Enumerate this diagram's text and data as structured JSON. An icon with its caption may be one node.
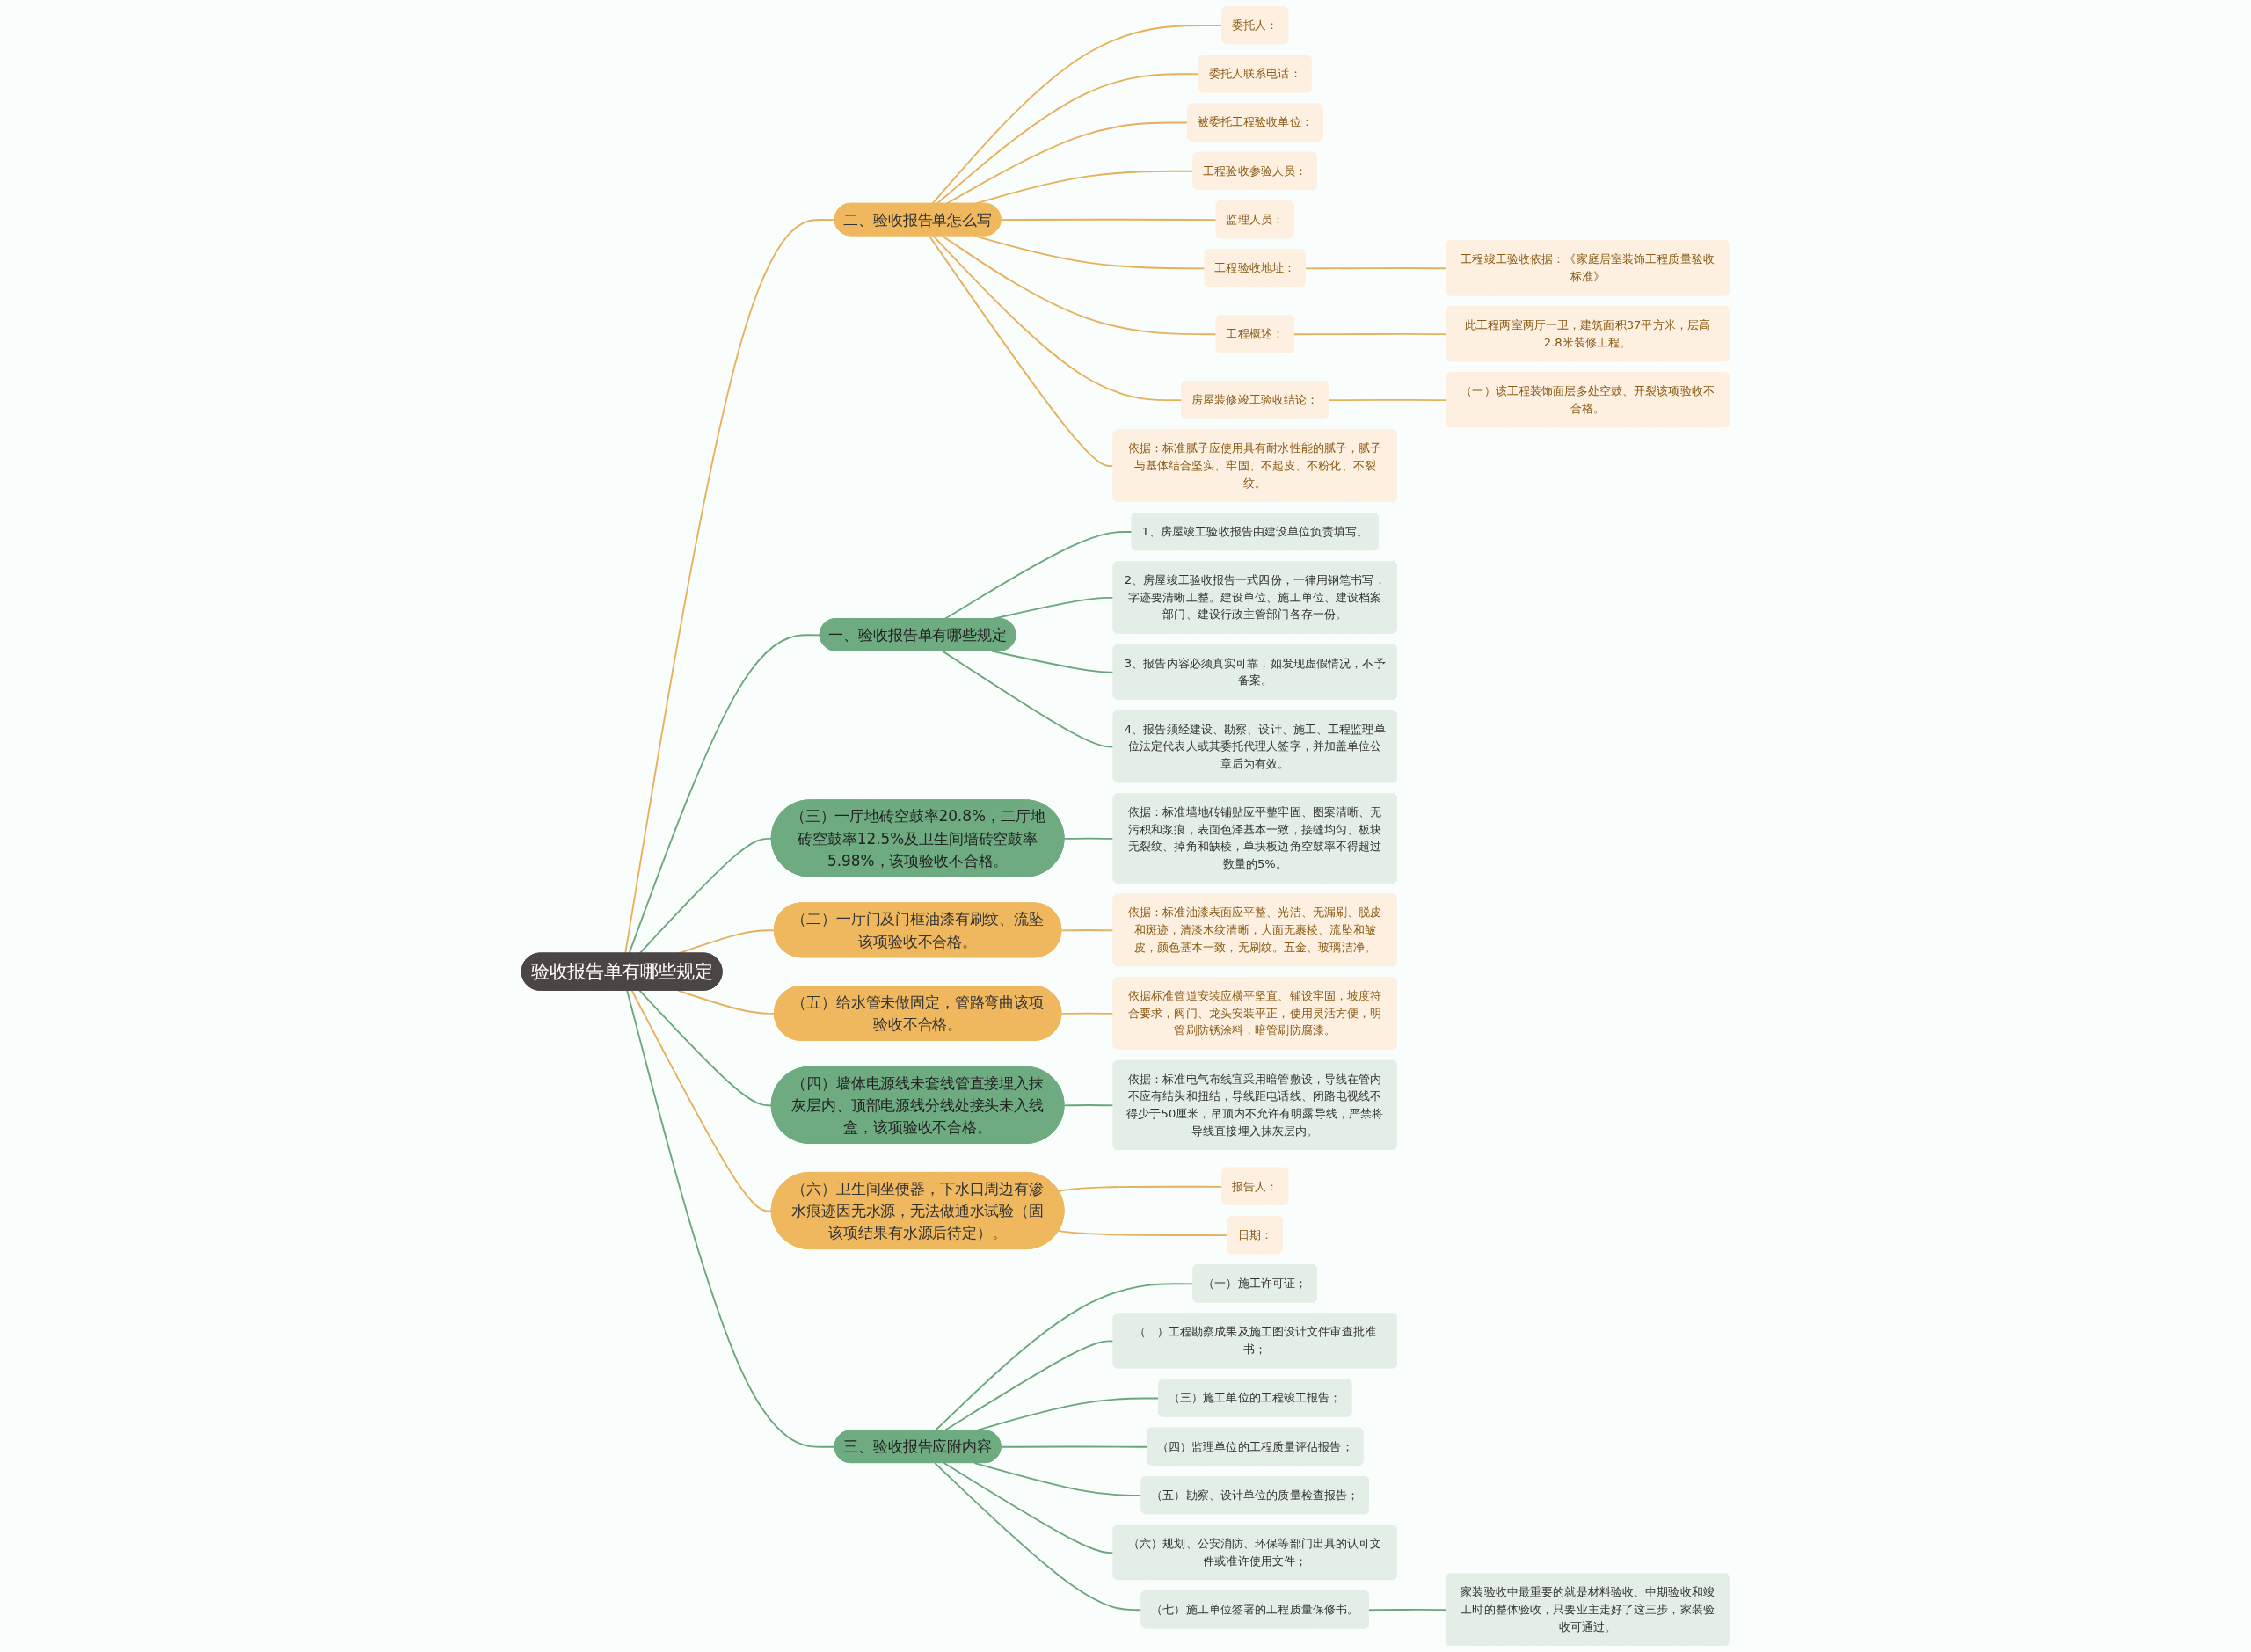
{
  "diagram": {
    "nodes": [
      {
        "text": [
          "验收报告单有哪些规定"
        ]
      },
      {
        "text": [
          "二、验收报告单怎么写"
        ]
      },
      {
        "text": [
          "委托人："
        ]
      },
      {
        "text": [
          "委托人联系电话："
        ]
      },
      {
        "text": [
          "被委托工程验收单位："
        ]
      },
      {
        "text": [
          "工程验收参验人员："
        ]
      },
      {
        "text": [
          "监理人员："
        ]
      },
      {
        "text": [
          "工程验收地址："
        ]
      },
      {
        "text": [
          "工程竣工验收依据：《家庭居室装饰工程质量验收标准》"
        ]
      },
      {
        "text": [
          "工程概述："
        ]
      },
      {
        "text": [
          "此工程两室两厅一卫，建筑面积37平方米，层高2.8米装修工程。"
        ]
      },
      {
        "text": [
          "房屋装修竣工验收结论："
        ]
      },
      {
        "text": [
          "（一）该工程装饰面层多处空鼓、开裂该项验收不合格。"
        ]
      },
      {
        "text": [
          "依据：标准腻子应使用具有耐水性能的腻子，腻子与基体结合坚实、牢固、不起皮、不粉化、不裂纹。"
        ]
      },
      {
        "text": [
          "一、验收报告单有哪些规定"
        ]
      },
      {
        "text": [
          "1、房屋竣工验收报告由建设单位负责填写。"
        ]
      },
      {
        "text": [
          "2、房屋竣工验收报告一式四份，一律用钢笔书写，字迹要清晰工整。建设单位、施工单位、建设档案部门、建设行政主管部门各存一份。"
        ]
      },
      {
        "text": [
          "3、报告内容必须真实可靠，如发现虚假情况，不予备案。"
        ]
      },
      {
        "text": [
          "4、报告须经建设、勘察、设计、施工、工程监理单位法定代表人或其委托代理人签字，并加盖单位公章后为有效。"
        ]
      },
      {
        "text": [
          "（三）一厅地砖空鼓率20.8%，二厅地砖空鼓率12.5%及卫生间墙砖空鼓率5.98%，该项验收不合格。"
        ]
      },
      {
        "text": [
          "依据：标准墙地砖铺贴应平整牢固、图案清晰、无污积和浆痕，表面色泽基本一致，接缝均匀、板块无裂纹、掉角和缺棱，单块板边角空鼓率不得超过数量的5%。"
        ]
      },
      {
        "text": [
          "（二）一厅门及门框油漆有刷纹、流坠该项验收不合格。"
        ]
      },
      {
        "text": [
          "依据：标准油漆表面应平整、光洁、无漏刷、脱皮和斑迹，清漆木纹清晰，大面无裹棱、流坠和皱皮，颜色基本一致，无刷纹。五金、玻璃洁净。"
        ]
      },
      {
        "text": [
          "（五）给水管未做固定，管路弯曲该项验收不合格。"
        ]
      },
      {
        "text": [
          "依据标准管道安装应横平坚直、铺设牢固，坡度符合要求，阀门、龙头安装平正，使用灵活方便，明管刷防锈涂料，暗管刷防腐漆。"
        ]
      },
      {
        "text": [
          "（四）墙体电源线未套线管直接埋入抹灰层内、顶部电源线分线处接头未入线盒，该项验收不合格。"
        ]
      },
      {
        "text": [
          "依据：标准电气布线宜采用暗管敷设，导线在管内不应有结头和扭结，导线距电话线、闭路电视线不得少于50厘米，吊顶内不允许有明露导线，严禁将导线直接埋入抹灰层内。"
        ]
      },
      {
        "text": [
          "（六）卫生间坐便器，下水口周边有渗水痕迹因无水源，无法做通水试验（固该项结果有水源后待定）。"
        ]
      },
      {
        "text": [
          "报告人："
        ]
      },
      {
        "text": [
          "日期："
        ]
      },
      {
        "text": [
          "三、验收报告应附内容"
        ]
      },
      {
        "text": [
          "（一）施工许可证；"
        ]
      },
      {
        "text": [
          "（二）工程勘察成果及施工图设计文件审查批准书；"
        ]
      },
      {
        "text": [
          "（三）施工单位的工程竣工报告；"
        ]
      },
      {
        "text": [
          "（四）监理单位的工程质量评估报告；"
        ]
      },
      {
        "text": [
          "（五）勘察、设计单位的质量检查报告；"
        ]
      },
      {
        "text": [
          "（六）规划、公安消防、环保等部门出具的认可文件或准许使用文件；"
        ]
      },
      {
        "text": [
          "（七）施工单位签署的工程质量保修书。"
        ]
      },
      {
        "text": [
          "家装验收中最重要的就是材料验收、中期验收和竣工时的整体验收，只要业主走好了这三步，家装验收可通过。"
        ]
      }
    ],
    "edges": [
      {
        "from": 0,
        "to": 1,
        "arrow": "none"
      },
      {
        "from": 1,
        "to": 2,
        "arrow": "none"
      },
      {
        "from": 1,
        "to": 3,
        "arrow": "none"
      },
      {
        "from": 1,
        "to": 4,
        "arrow": "none"
      },
      {
        "from": 1,
        "to": 5,
        "arrow": "none"
      },
      {
        "from": 1,
        "to": 6,
        "arrow": "none"
      },
      {
        "from": 1,
        "to": 7,
        "arrow": "none"
      },
      {
        "from": 7,
        "to": 8,
        "arrow": "none"
      },
      {
        "from": 1,
        "to": 9,
        "arrow": "none"
      },
      {
        "from": 9,
        "to": 10,
        "arrow": "none"
      },
      {
        "from": 1,
        "to": 11,
        "arrow": "none"
      },
      {
        "from": 11,
        "to": 12,
        "arrow": "none"
      },
      {
        "from": 1,
        "to": 13,
        "arrow": "none"
      },
      {
        "from": 0,
        "to": 14,
        "arrow": "none",
        "color": "#6aa77c"
      },
      {
        "from": 14,
        "to": 15,
        "arrow": "none",
        "color": "#6aa77c"
      },
      {
        "from": 14,
        "to": 16,
        "arrow": "none",
        "color": "#6aa77c"
      },
      {
        "from": 14,
        "to": 17,
        "arrow": "none",
        "color": "#6aa77c"
      },
      {
        "from": 14,
        "to": 18,
        "arrow": "none",
        "color": "#6aa77c"
      },
      {
        "from": 0,
        "to": 19,
        "arrow": "none",
        "color": "#6aa77c"
      },
      {
        "from": 19,
        "to": 20,
        "arrow": "none",
        "color": "#6aa77c"
      },
      {
        "from": 0,
        "to": 21,
        "arrow": "none"
      },
      {
        "from": 21,
        "to": 22,
        "arrow": "none"
      },
      {
        "from": 0,
        "to": 23,
        "arrow": "none"
      },
      {
        "from": 23,
        "to": 24,
        "arrow": "none"
      },
      {
        "from": 0,
        "to": 25,
        "arrow": "none",
        "color": "#6aa77c"
      },
      {
        "from": 25,
        "to": 26,
        "arrow": "none",
        "color": "#6aa77c"
      },
      {
        "from": 0,
        "to": 27,
        "arrow": "none"
      },
      {
        "from": 27,
        "to": 28,
        "arrow": "none"
      },
      {
        "from": 27,
        "to": 29,
        "arrow": "none"
      },
      {
        "from": 0,
        "to": 30,
        "arrow": "none",
        "color": "#6aa77c"
      },
      {
        "from": 30,
        "to": 31,
        "arrow": "none",
        "color": "#6aa77c"
      },
      {
        "from": 30,
        "to": 32,
        "arrow": "none",
        "color": "#6aa77c"
      },
      {
        "from": 30,
        "to": 33,
        "arrow": "none",
        "color": "#6aa77c"
      },
      {
        "from": 30,
        "to": 34,
        "arrow": "none",
        "color": "#6aa77c"
      },
      {
        "from": 30,
        "to": 35,
        "arrow": "none",
        "color": "#6aa77c"
      },
      {
        "from": 30,
        "to": 36,
        "arrow": "none",
        "color": "#6aa77c"
      },
      {
        "from": 30,
        "to": 37,
        "arrow": "none",
        "color": "#6aa77c"
      },
      {
        "from": 37,
        "to": 38,
        "arrow": "none",
        "color": "#6aa77c"
      }
    ]
  }
}
